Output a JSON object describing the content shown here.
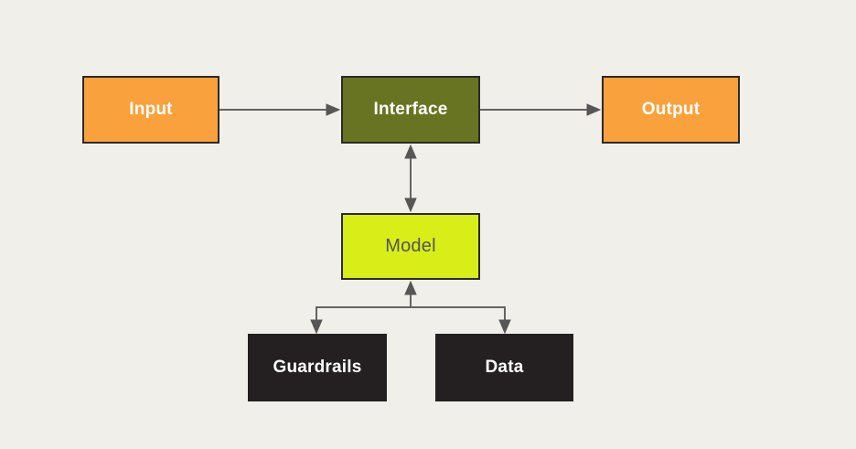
{
  "diagram": {
    "nodes": {
      "input": {
        "label": "Input",
        "fill": "#f9a13c",
        "text_color": "#ffffff"
      },
      "interface": {
        "label": "Interface",
        "fill": "#697423",
        "text_color": "#ffffff"
      },
      "output": {
        "label": "Output",
        "fill": "#f9a13c",
        "text_color": "#ffffff"
      },
      "model": {
        "label": "Model",
        "fill": "#d9ee19",
        "text_color": "#555452"
      },
      "guardrails": {
        "label": "Guardrails",
        "fill": "#242021",
        "text_color": "#ffffff"
      },
      "data": {
        "label": "Data",
        "fill": "#242021",
        "text_color": "#ffffff"
      }
    },
    "edges": [
      {
        "from": "Input",
        "to": "Interface",
        "style": "arrow"
      },
      {
        "from": "Interface",
        "to": "Output",
        "style": "arrow"
      },
      {
        "from": "Interface",
        "to": "Model",
        "style": "double-arrow"
      },
      {
        "from": "Model",
        "to": "Guardrails",
        "style": "branch-arrow"
      },
      {
        "from": "Model",
        "to": "Data",
        "style": "branch-arrow"
      }
    ],
    "colors": {
      "background": "#f1efe9",
      "edge_line": "#646464",
      "edge_head": "#565656",
      "node_border": "#2d2a25"
    }
  }
}
